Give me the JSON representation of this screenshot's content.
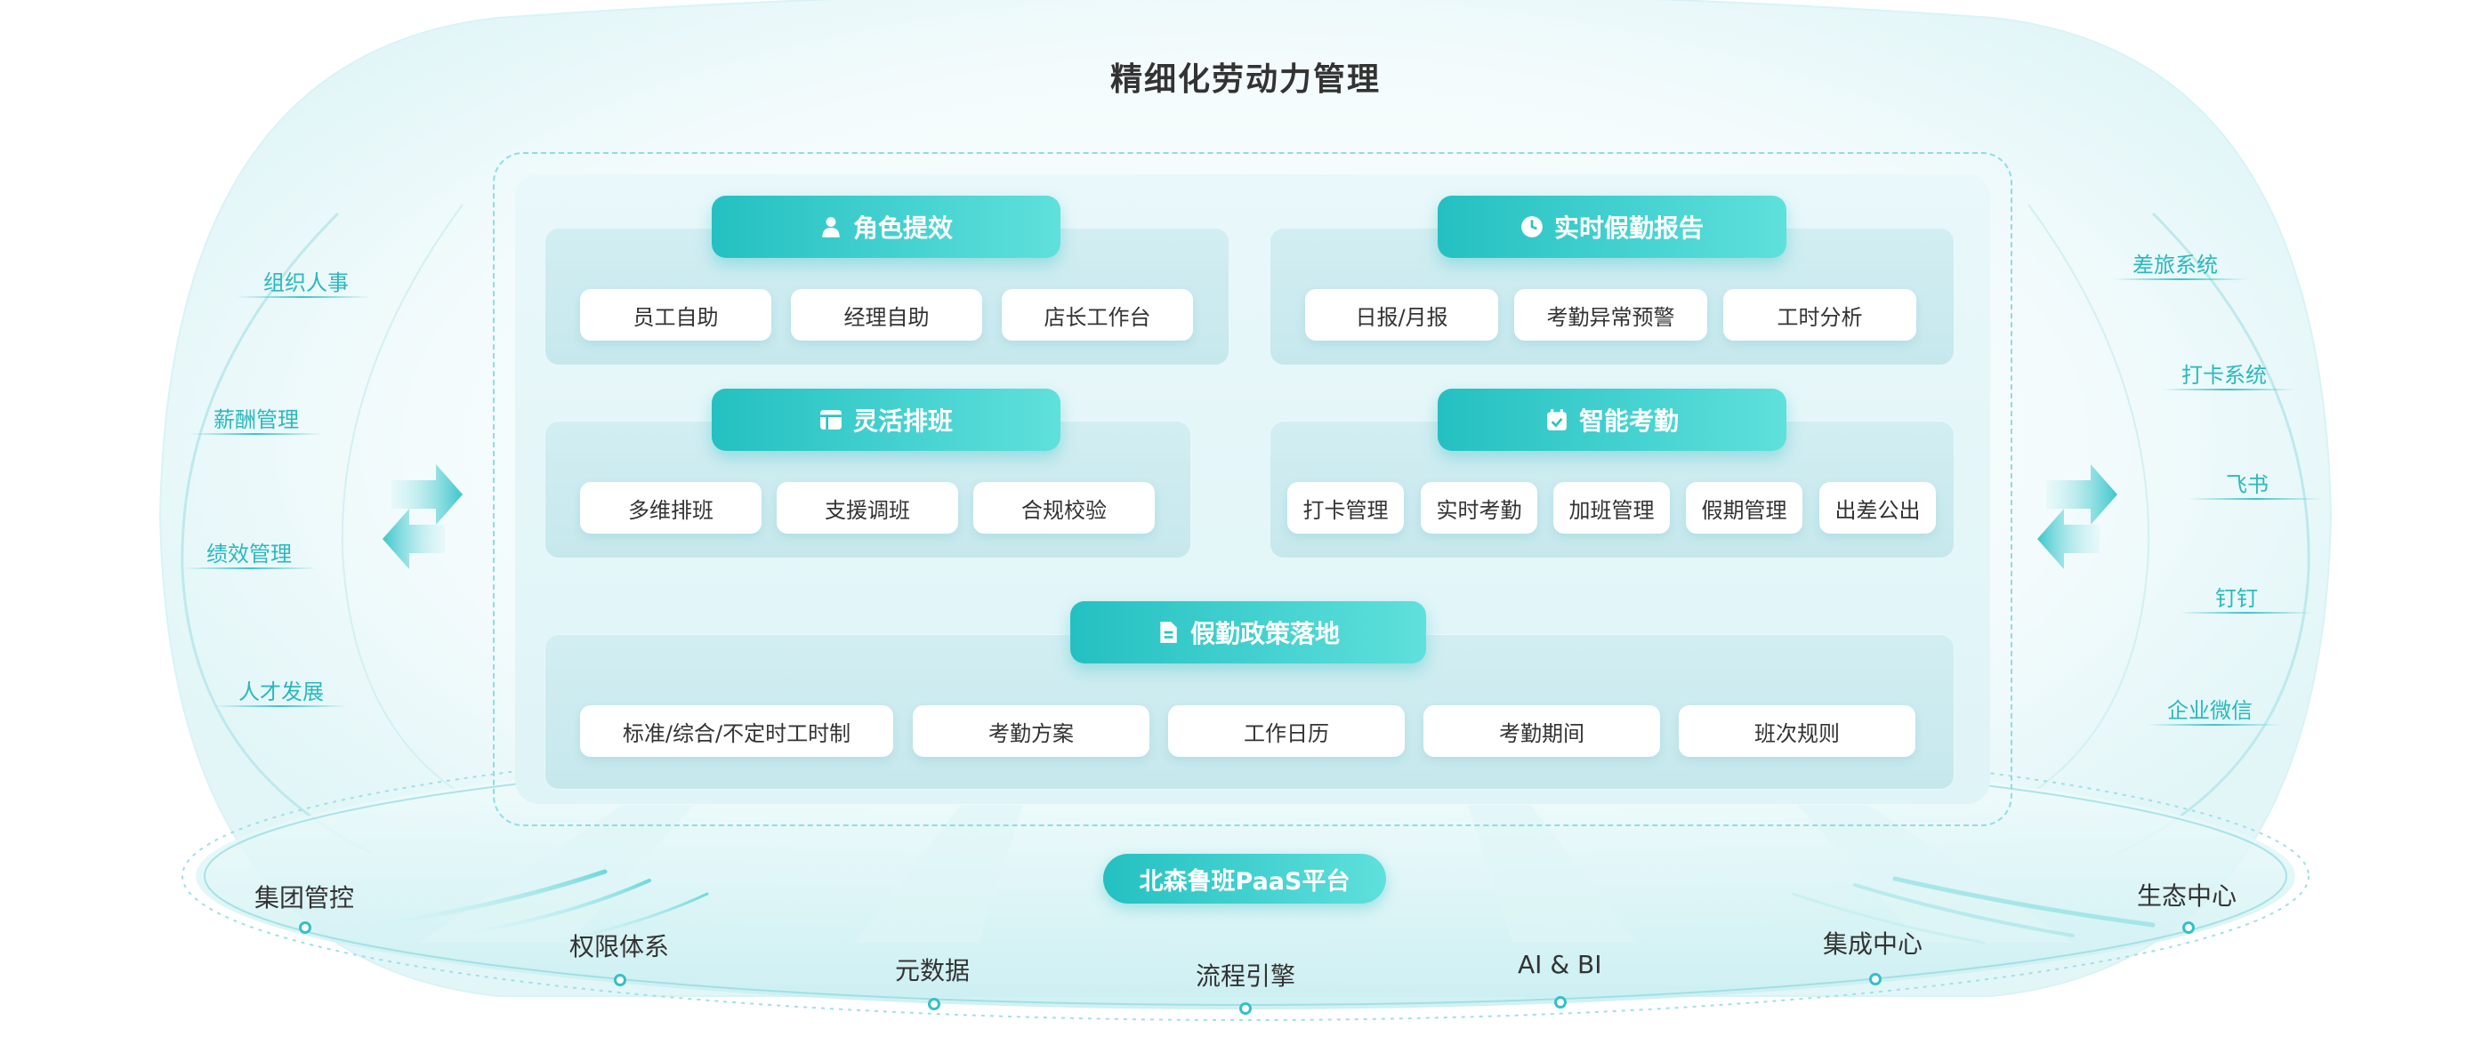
{
  "title": "精细化劳动力管理",
  "modules": {
    "role": {
      "header": "角色提效",
      "icon": "user-icon",
      "items": [
        "员工自助",
        "经理自助",
        "店长工作台"
      ]
    },
    "report": {
      "header": "实时假勤报告",
      "icon": "clock-icon",
      "items": [
        "日报/月报",
        "考勤异常预警",
        "工时分析"
      ]
    },
    "schedule": {
      "header": "灵活排班",
      "icon": "layout-icon",
      "items": [
        "多维排班",
        "支援调班",
        "合规校验"
      ]
    },
    "attendance": {
      "header": "智能考勤",
      "icon": "calendar-check-icon",
      "items": [
        "打卡管理",
        "实时考勤",
        "加班管理",
        "假期管理",
        "出差公出"
      ]
    },
    "policy": {
      "header": "假勤政策落地",
      "icon": "document-icon",
      "items": [
        "标准/综合/不定时工时制",
        "考勤方案",
        "工作日历",
        "考勤期间",
        "班次规则"
      ]
    }
  },
  "left_systems": [
    "组织人事",
    "薪酬管理",
    "绩效管理",
    "人才发展"
  ],
  "right_systems": [
    "差旅系统",
    "打卡系统",
    "飞书",
    "钉钉",
    "企业微信"
  ],
  "platform": {
    "name": "北森鲁班PaaS平台",
    "nodes": [
      "集团管控",
      "权限体系",
      "元数据",
      "流程引擎",
      "AI & BI",
      "集成中心",
      "生态中心"
    ]
  },
  "colors": {
    "accent": "#24c0c1",
    "accent_light": "#5fe0dc",
    "panel": "#cdebef",
    "text": "#333333",
    "side_text": "#2bb8bd"
  }
}
